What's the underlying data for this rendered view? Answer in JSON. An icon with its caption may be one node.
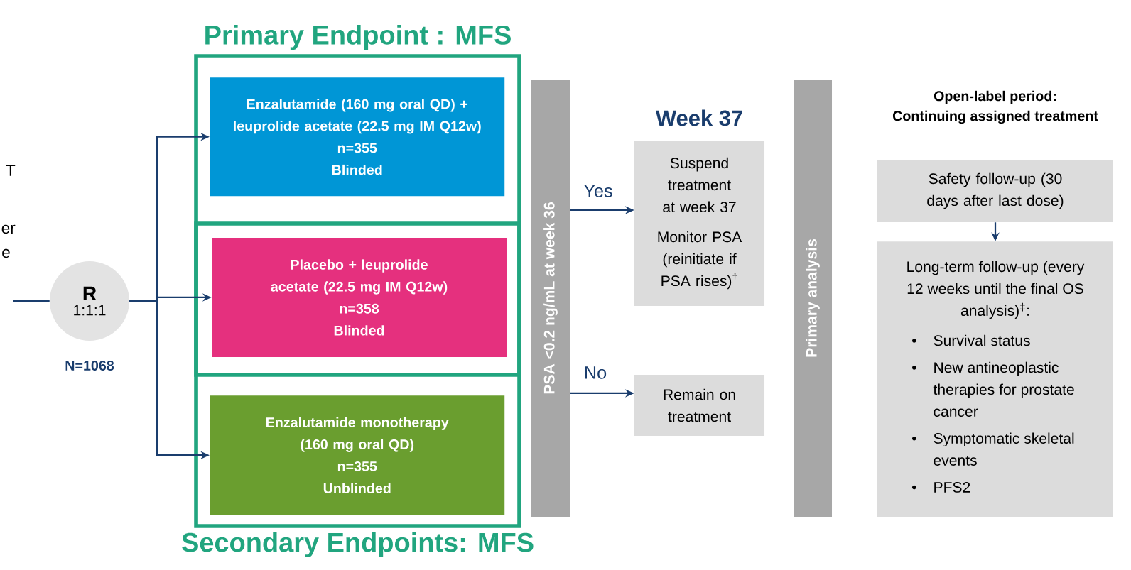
{
  "diagram": {
    "nodes": [
      {
        "text": [
          "Primary Endpoint : MFS"
        ]
      },
      {
        "text": [
          "Secondary Endpoints: MFS"
        ]
      },
      {
        "text": [
          "R",
          "1:1:1"
        ],
        "beside": [
          "N=1068"
        ]
      },
      {
        "text": [
          "Enzalutamide (160 mg oral QD) + leuprolide acetate (22.5 mg IM Q12w)",
          "n=355",
          "Blinded"
        ],
        "in": 0
      },
      {
        "text": [
          "Placebo + leuprolide acetate (22.5 mg IM Q12w)",
          "n=358",
          "Blinded"
        ]
      },
      {
        "text": [
          "Enzalutamide monotherapy (160 mg oral QD)",
          "n=355",
          "Unblinded"
        ],
        "in": 1
      },
      {
        "text": [
          "PSA <0.2 ng/mL at week 36"
        ]
      },
      {
        "text": [
          "Week 37",
          "Suspend treatment at week 37",
          "Monitor PSA (reinitiate if PSA rises)$^{†}$"
        ]
      },
      {
        "text": [
          "Remain on treatment"
        ]
      },
      {
        "text": [
          "Primary analysis"
        ]
      },
      {
        "text": [
          "Safety follow-up (30 days after last dose)"
        ]
      },
      {
        "text": [
          "Long-term follow-up (every 12 weeks until the final OS analysis)$^{‡}$:",
          "Survival status",
          "New antineoplastic therapies for prostate cancer",
          "Symptomatic skeletal events",
          "PFS2"
        ]
      }
    ],
    "edges": [
      {
        "from": null,
        "to": 2,
        "arrow": "none"
      },
      {
        "from": 2,
        "to": 3,
        "arrow": "to"
      },
      {
        "from": 2,
        "to": 4,
        "arrow": "to"
      },
      {
        "from": 2,
        "to": 5,
        "arrow": "to"
      },
      {
        "from": 6,
        "to": 7,
        "arrow": "to",
        "label": "Yes"
      },
      {
        "from": 6,
        "to": 8,
        "arrow": "to",
        "label": "No"
      },
      {
        "from": 10,
        "to": 11,
        "arrow": "to"
      }
    ],
    "labels": [
      "T",
      "er",
      "e",
      "Open-label period:",
      "Continuing assigned treatment"
    ]
  }
}
